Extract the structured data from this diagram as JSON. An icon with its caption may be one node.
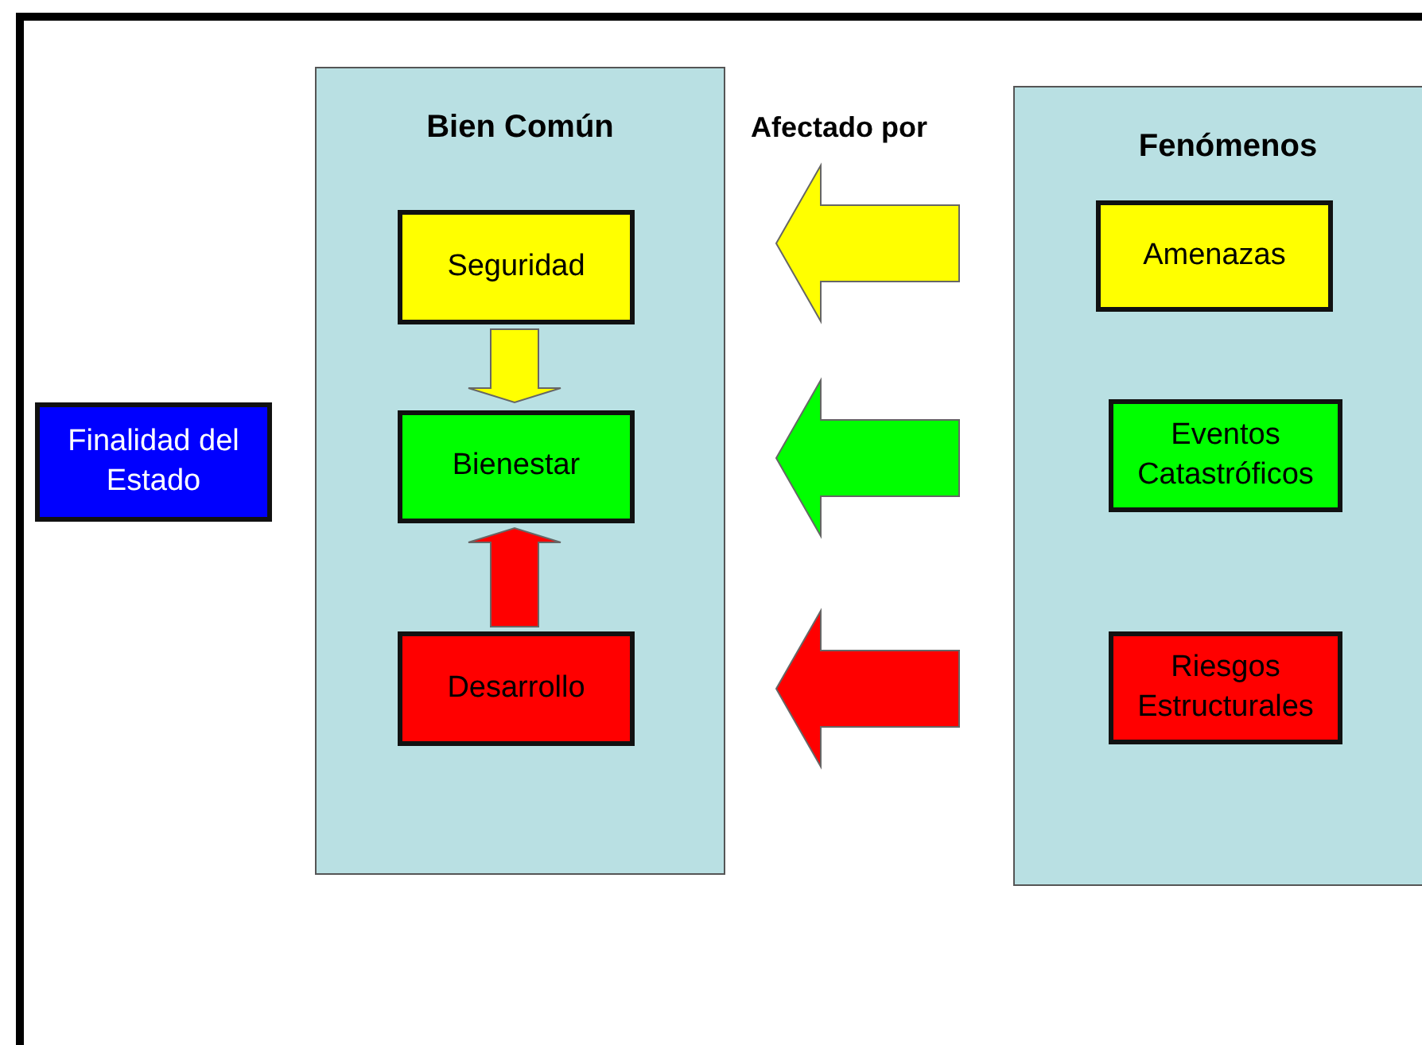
{
  "diagram": {
    "nodes": [
      {
        "text": [
          "Finalidad del Estado"
        ]
      },
      {
        "text": [
          "Bien Común"
        ]
      },
      {
        "text": [
          "Seguridad"
        ],
        "in": 1
      },
      {
        "text": [
          "Bienestar"
        ],
        "in": 1
      },
      {
        "text": [
          "Desarrollo"
        ],
        "in": 1
      },
      {
        "text": [
          "Fenómenos"
        ]
      },
      {
        "text": [
          "Amenazas"
        ],
        "in": 5
      },
      {
        "text": [
          "Eventos Catastróficos"
        ],
        "in": 5
      },
      {
        "text": [
          "Riesgos Estructurales"
        ],
        "in": 5
      }
    ],
    "edges": [
      {
        "from": 2,
        "to": 3,
        "arrow": "to",
        "color": "#ffff00"
      },
      {
        "from": 4,
        "to": 3,
        "arrow": "to",
        "color": "#ff0000"
      },
      {
        "from": 5,
        "to": 1,
        "arrow": "to",
        "color": "#ffff00"
      },
      {
        "from": 5,
        "to": 1,
        "arrow": "to",
        "color": "#00ff00"
      },
      {
        "from": 5,
        "to": 1,
        "arrow": "to",
        "color": "#ff0000"
      }
    ],
    "labels": [
      "Afectado por"
    ]
  }
}
